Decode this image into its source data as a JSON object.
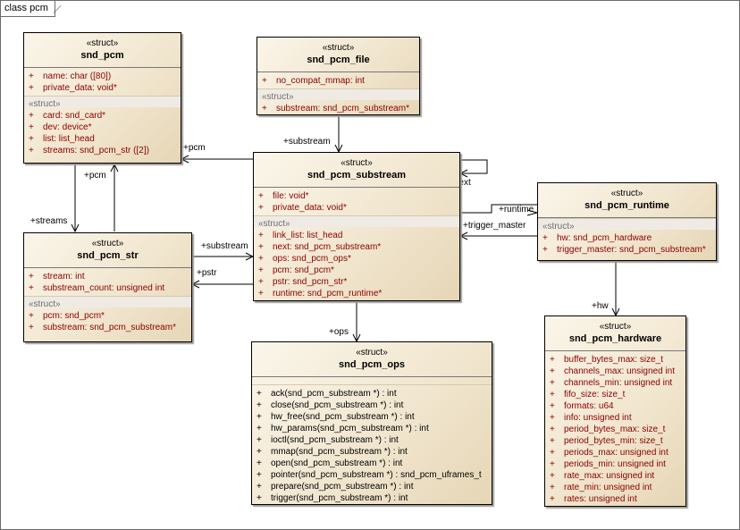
{
  "frame_title": "class pcm",
  "classes": {
    "snd_pcm": {
      "stereotype": "«struct»",
      "name": "snd_pcm",
      "attrs": [
        "name:  char ([80])",
        "private_data:  void*"
      ],
      "tag": "«struct»",
      "attrs2": [
        "card:  snd_card*",
        "dev:  device*",
        "list:  list_head",
        "streams:  snd_pcm_str ([2])"
      ]
    },
    "snd_pcm_file": {
      "stereotype": "«struct»",
      "name": "snd_pcm_file",
      "attrs": [
        "no_compat_mmap:  int"
      ],
      "tag": "«struct»",
      "attrs2": [
        "substream:  snd_pcm_substream*"
      ]
    },
    "snd_pcm_substream": {
      "stereotype": "«struct»",
      "name": "snd_pcm_substream",
      "attrs": [
        "file:  void*",
        "private_data:  void*"
      ],
      "tag": "«struct»",
      "attrs2": [
        "link_list:  list_head",
        "next:  snd_pcm_substream*",
        "ops:  snd_pcm_ops*",
        "pcm:  snd_pcm*",
        "pstr:  snd_pcm_str*",
        "runtime:  snd_pcm_runtime*"
      ]
    },
    "snd_pcm_str": {
      "stereotype": "«struct»",
      "name": "snd_pcm_str",
      "attrs": [
        "stream:  int",
        "substream_count:  unsigned int"
      ],
      "tag": "«struct»",
      "attrs2": [
        "pcm:  snd_pcm*",
        "substream:  snd_pcm_substream*"
      ]
    },
    "snd_pcm_runtime": {
      "stereotype": "«struct»",
      "name": "snd_pcm_runtime",
      "tag": "«struct»",
      "attrs2": [
        "hw:  snd_pcm_hardware",
        "trigger_master:  snd_pcm_substream*"
      ]
    },
    "snd_pcm_ops": {
      "stereotype": "«struct»",
      "name": "snd_pcm_ops",
      "ops": [
        "ack(snd_pcm_substream *) : int",
        "close(snd_pcm_substream *) : int",
        "hw_free(snd_pcm_substream *) : int",
        "hw_params(snd_pcm_substream *) : int",
        "ioctl(snd_pcm_substream *) : int",
        "mmap(snd_pcm_substream *) : int",
        "open(snd_pcm_substream *) : int",
        "pointer(snd_pcm_substream *) : snd_pcm_uframes_t",
        "prepare(snd_pcm_substream *) : int",
        "trigger(snd_pcm_substream *) : int"
      ]
    },
    "snd_pcm_hardware": {
      "stereotype": "«struct»",
      "name": "snd_pcm_hardware",
      "attrs": [
        "buffer_bytes_max:  size_t",
        "channels_max:  unsigned int",
        "channels_min:  unsigned int",
        "fifo_size:  size_t",
        "formats:  u64",
        "info:  unsigned int",
        "period_bytes_max:  size_t",
        "period_bytes_min:  size_t",
        "periods_max:  unsigned int",
        "periods_min:  unsigned int",
        "rate_max:  unsigned int",
        "rate_min:  unsigned int",
        "rates:  unsigned int"
      ]
    }
  },
  "edge_labels": {
    "pcm_top": "+pcm",
    "pcm_left": "+pcm",
    "streams": "+streams",
    "substream_file": "+substream",
    "substream_str": "+substream",
    "pstr": "+pstr",
    "next": "+next",
    "runtime": "+runtime",
    "trigger_master": "+trigger_master",
    "ops": "+ops",
    "hw": "+hw"
  },
  "plus": "+"
}
